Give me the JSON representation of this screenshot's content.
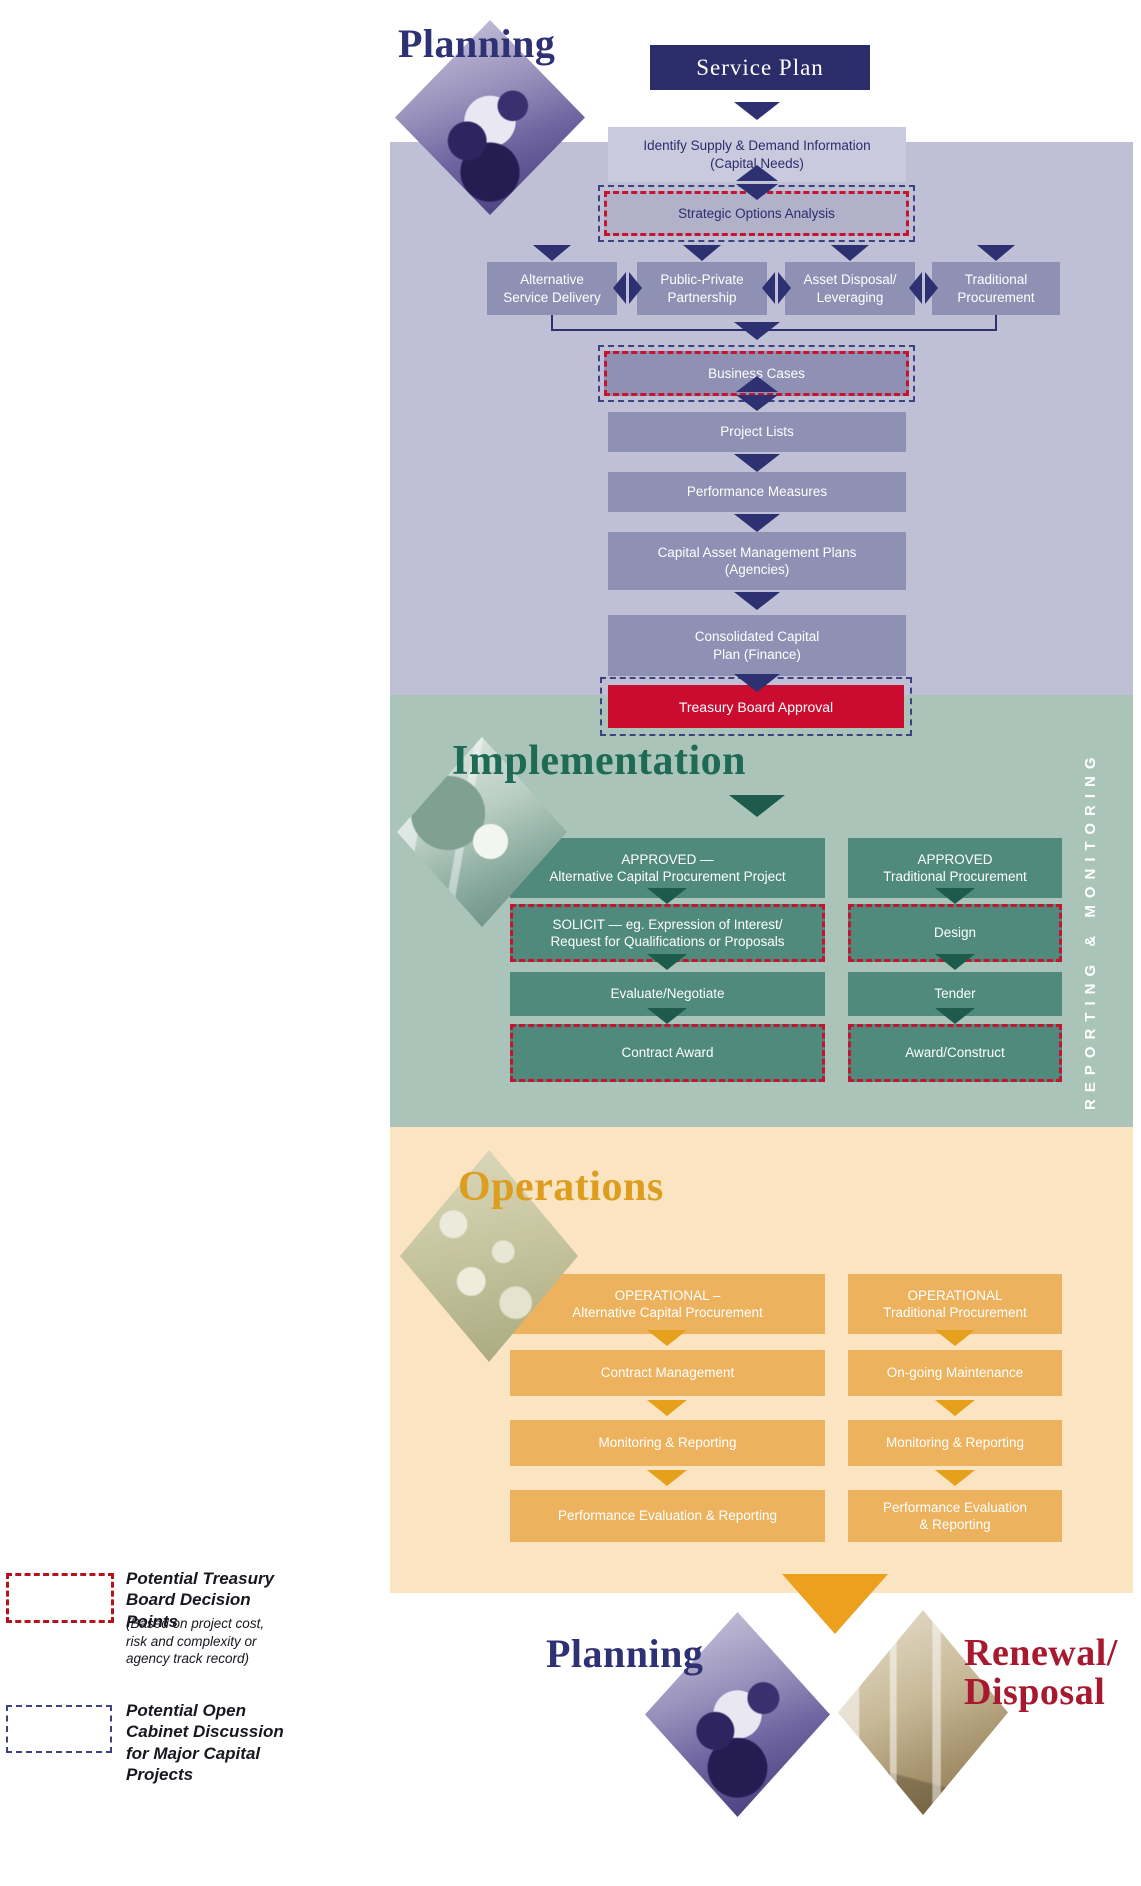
{
  "palette": {
    "navy": "#2d3172",
    "navy_box": "#2b2d6b",
    "lavender_band": "#bfc0d5",
    "planning_box": "#8e90b4",
    "light_box": "#c9cade",
    "strategic_fill": "#b1b2ca",
    "red_dash": "#c41430",
    "navy_dash": "#3d4280",
    "treasury_red": "#c90c30",
    "green_band": "#abc4ba",
    "green_box": "#4f8a7c",
    "green_dark": "#1d5c4d",
    "green_title": "#1e6a55",
    "cream_band": "#fbe4c1",
    "orange_box": "#ecb25d",
    "orange_arrow": "#e5a01c",
    "orange_title": "#dd9d1e",
    "renewal_red": "#a6192e"
  },
  "planning": {
    "title": "Planning",
    "service_plan": "Service Plan",
    "identify_l1": "Identify Supply & Demand Information",
    "identify_l2": "(Capital Needs)",
    "strategic": "Strategic Options Analysis",
    "options": [
      {
        "l1": "Alternative",
        "l2": "Service Delivery"
      },
      {
        "l1": "Public-Private",
        "l2": "Partnership"
      },
      {
        "l1": "Asset Disposal/",
        "l2": "Leveraging"
      },
      {
        "l1": "Traditional",
        "l2": "Procurement"
      }
    ],
    "business_cases": "Business Cases",
    "project_lists": "Project Lists",
    "performance_measures": "Performance Measures",
    "camp_l1": "Capital Asset Management Plans",
    "camp_l2": "(Agencies)",
    "ccp_l1": "Consolidated Capital",
    "ccp_l2": "Plan (Finance)",
    "treasury": "Treasury Board Approval"
  },
  "implementation": {
    "title": "Implementation",
    "side_label": "REPORTING & MONITORING",
    "left": {
      "approved_l1": "APPROVED —",
      "approved_l2": "Alternative Capital Procurement Project",
      "solicit_l1": "SOLICIT — eg. Expression of Interest/",
      "solicit_l2": "Request for Qualifications or Proposals",
      "evaluate": "Evaluate/Negotiate",
      "award": "Contract Award"
    },
    "right": {
      "approved_l1": "APPROVED",
      "approved_l2": "Traditional Procurement",
      "design": "Design",
      "tender": "Tender",
      "award": "Award/Construct"
    }
  },
  "operations": {
    "title": "Operations",
    "left": {
      "operational_l1": "OPERATIONAL –",
      "operational_l2": "Alternative Capital Procurement",
      "row2": "Contract Management",
      "row3": "Monitoring & Reporting",
      "row4": "Performance Evaluation & Reporting"
    },
    "right": {
      "operational_l1": "OPERATIONAL",
      "operational_l2": "Traditional Procurement",
      "row2": "On-going Maintenance",
      "row3": "Monitoring & Reporting",
      "row4_l1": "Performance Evaluation",
      "row4_l2": "& Reporting"
    }
  },
  "footer": {
    "planning": "Planning",
    "renewal_l1": "Renewal/",
    "renewal_l2": "Disposal"
  },
  "legend": {
    "red_title": "Potential Treasury Board Decision Points",
    "red_note": "(Based on project cost, risk and complexity or agency track record)",
    "blue_title": "Potential Open Cabinet Discussion for Major Capital Projects"
  }
}
